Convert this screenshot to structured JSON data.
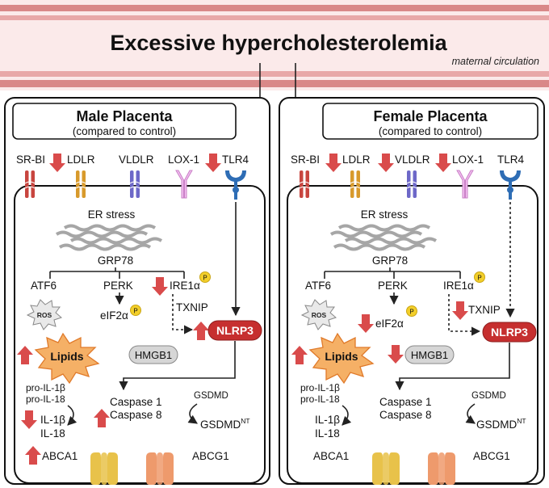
{
  "title": "Excessive hypercholesterolemia",
  "subtitle": "maternal circulation",
  "colors": {
    "band_dark": "#d98888",
    "band_light": "#f7d9d9",
    "arrow_red": "#d94b4b",
    "receptor_red": "#c8453f",
    "receptor_gold": "#d89a2c",
    "receptor_purple": "#6d68c8",
    "receptor_pink": "#e6a0e0",
    "receptor_blue": "#2e6db5",
    "nlrp3": "#c62f2f",
    "lipids_fill": "#f5b066",
    "lipids_stroke": "#e07a2a",
    "p_badge": "#f3cf2a",
    "er": "#a6a6a6",
    "abca1": "#e8c24a",
    "abcg1": "#ee9a6c"
  },
  "male": {
    "header": "Male Placenta",
    "subheader": "(compared to control)",
    "receptors": {
      "srbi": "SR-BI",
      "ldlr": "LDLR",
      "vldlr": "VLDLR",
      "lox1": "LOX-1",
      "tlr4": "TLR4"
    },
    "er_stress": "ER stress",
    "grp78": "GRP78",
    "atf6": "ATF6",
    "perk": "PERK",
    "ire1a": "IRE1α",
    "p": "P",
    "eif2a": "eIF2α",
    "txnip": "TXNIP",
    "ros": "ROS",
    "nlrp3": "NLRP3",
    "lipids": "Lipids",
    "hmgb1": "HMGB1",
    "pro_il1b": "pro-IL-1β",
    "pro_il18": "pro-IL-18",
    "il1b": "IL-1β",
    "il18": "IL-18",
    "caspase1": "Caspase 1",
    "caspase8": "Caspase 8",
    "gsdmd": "GSDMD",
    "gsdmd_nt": "GSDMD",
    "nt": "NT",
    "abca1": "ABCA1",
    "abcg1": "ABCG1"
  },
  "female": {
    "header": "Female Placenta",
    "subheader": "(compared to control)",
    "receptors": {
      "srbi": "SR-BI",
      "ldlr": "LDLR",
      "vldlr": "VLDLR",
      "lox1": "LOX-1",
      "tlr4": "TLR4"
    },
    "er_stress": "ER stress",
    "grp78": "GRP78",
    "atf6": "ATF6",
    "perk": "PERK",
    "ire1a": "IRE1α",
    "p": "P",
    "eif2a": "eIF2α",
    "txnip": "TXNIP",
    "ros": "ROS",
    "nlrp3": "NLRP3",
    "lipids": "Lipids",
    "hmgb1": "HMGB1",
    "pro_il1b": "pro-IL-1β",
    "pro_il18": "pro-IL-18",
    "il1b": "IL-1β",
    "il18": "IL-18",
    "caspase1": "Caspase 1",
    "caspase8": "Caspase 8",
    "gsdmd": "GSDMD",
    "gsdmd_nt": "GSDMD",
    "nt": "NT",
    "abca1": "ABCA1",
    "abcg1": "ABCG1"
  }
}
